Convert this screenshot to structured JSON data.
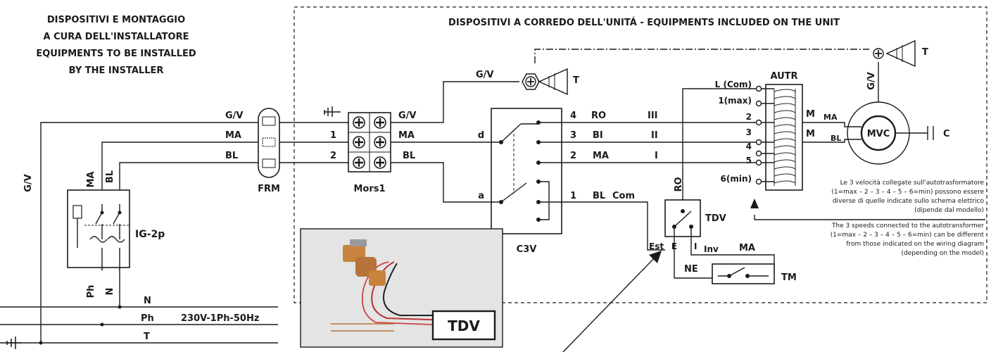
{
  "installer": {
    "title_lines": [
      "DISPOSITIVI E MONTAGGIO",
      "A CURA DELL'INSTALLATORE",
      "EQUIPMENTS TO BE INSTALLED",
      "BY THE INSTALLER"
    ]
  },
  "unit": {
    "title": "DISPOSITIVI A CORREDO DELL'UNITÁ - EQUIPMENTS INCLUDED ON THE UNIT"
  },
  "wires": {
    "gv": "G/V",
    "ma": "MA",
    "bl": "BL",
    "ro": "RO",
    "bi": "BI",
    "ne": "NE",
    "inv": "Inv",
    "est": "Est",
    "com": "Com",
    "n": "N",
    "ph": "Ph",
    "t": "T"
  },
  "components": {
    "frm": "FRM",
    "mors1": "Mors1",
    "c3v": "C3V",
    "autr": "AUTR",
    "mvc": "MVC",
    "c": "C",
    "tdv": "TDV",
    "tm": "TM",
    "ig2p": "IG-2p",
    "earth": "T"
  },
  "terminals": {
    "mors_1": "1",
    "mors_2": "2",
    "c3v_d": "d",
    "c3v_a": "a",
    "c3v_4": "4",
    "c3v_3": "3",
    "c3v_2": "2",
    "c3v_1": "1",
    "tdv_e": "E",
    "tdv_i": "I"
  },
  "speeds": {
    "iii": "III",
    "ii": "II",
    "i": "I"
  },
  "autr_taps": [
    "L (Com)",
    "1(max)",
    "2",
    "3",
    "4",
    "5",
    "6(min)"
  ],
  "motor": {
    "m1": "M",
    "m2": "M"
  },
  "supply": {
    "voltage": "230V-1Ph-50Hz"
  },
  "photo": {
    "label": "TDV"
  },
  "note": {
    "lines": [
      "Le 3 velocità collegate sull'autotrasformatore",
      "(1=max – 2 – 3 – 4 – 5 – 6=min) possono essere",
      "diverse di quelle indicate sullo schema elettrico",
      "(dipende dal modello)",
      "The 3 speeds connected to the autotransformer",
      "(1=max – 2 – 3 – 4 – 5 – 6=min)  can be different",
      "from those indicated on the wiring diagram",
      "(depending on the model)"
    ]
  }
}
